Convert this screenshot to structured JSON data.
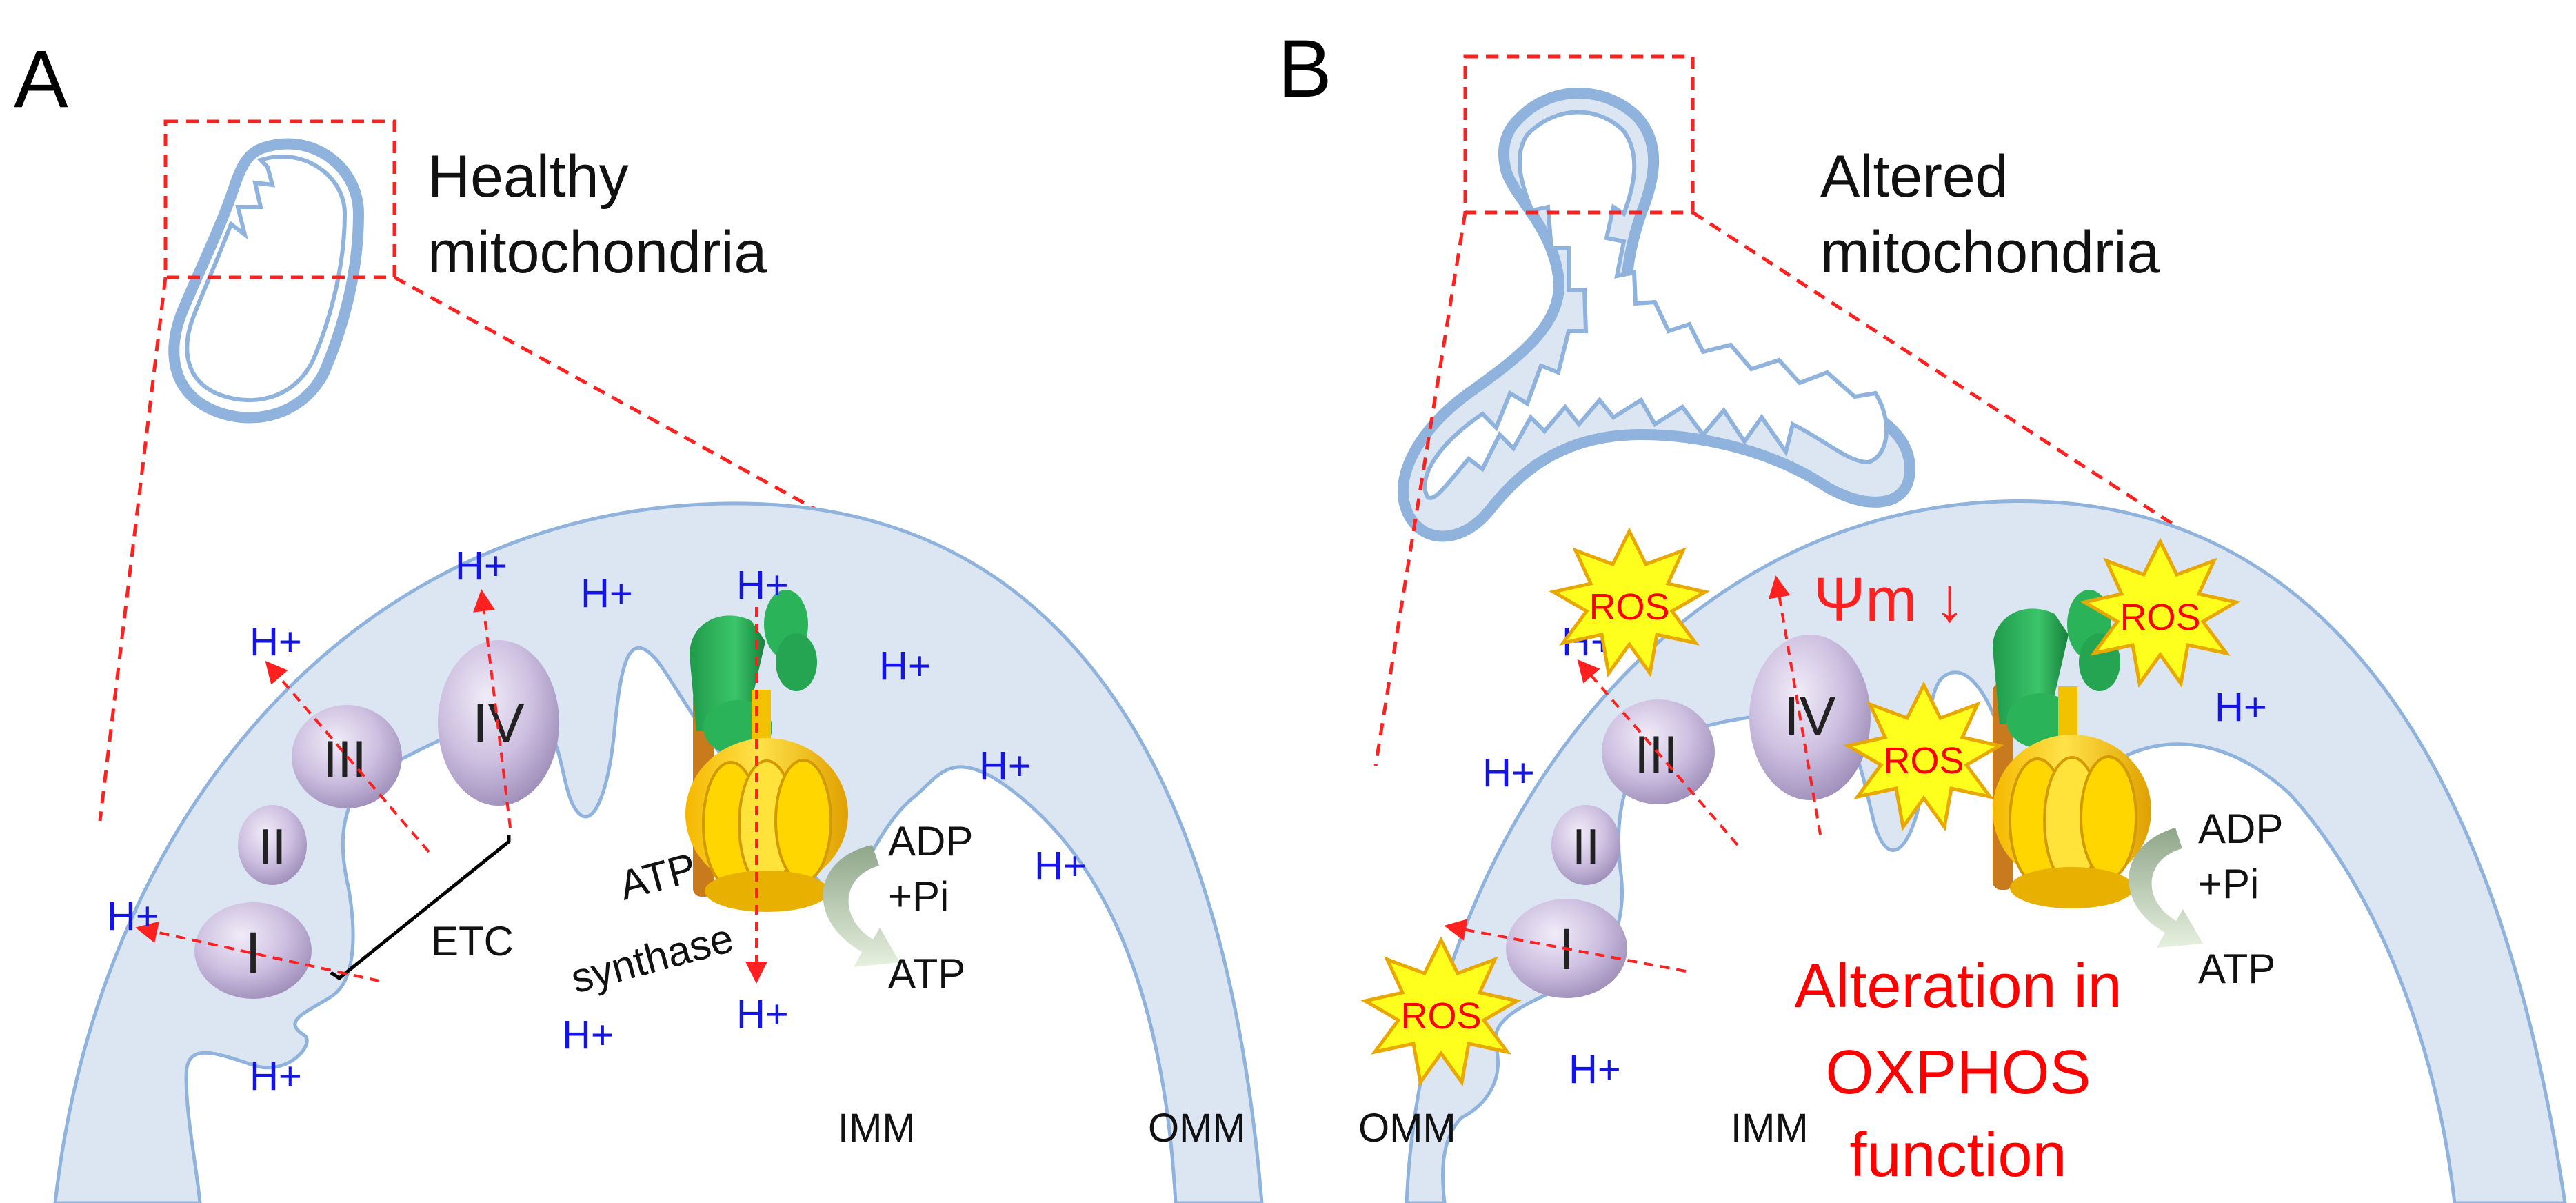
{
  "colors": {
    "membrane_fill": "#dce6f2",
    "membrane_stroke": "#8fb3dc",
    "dashed_red": "#ff2020",
    "complex_fill": "#c9b8dc",
    "proton_blue": "#1414e6",
    "ros_fill": "#ffff1e",
    "ros_stroke": "#e8a800",
    "ros_text": "#ff0000",
    "alert_red": "#ff0000"
  },
  "panel_a": {
    "panel_letter": "A",
    "title_line1": "Healthy",
    "title_line2": "mitochondria",
    "complexes": [
      "I",
      "II",
      "III",
      "IV"
    ],
    "etc_label": "ETC",
    "atp_synthase_line1": "ATP",
    "atp_synthase_line2": "synthase",
    "adp_line1": "ADP",
    "adp_line2": "+Pi",
    "atp_label": "ATP",
    "proton_label": "H+",
    "imm_label": "IMM",
    "omm_label": "OMM"
  },
  "panel_b": {
    "panel_letter": "B",
    "title_line1": "Altered",
    "title_line2": "mitochondria",
    "complexes": [
      "I",
      "II",
      "III",
      "IV"
    ],
    "psi_label": "Ψm ↓",
    "ros_label": "ROS",
    "adp_line1": "ADP",
    "adp_line2": "+Pi",
    "atp_label": "ATP",
    "proton_label": "H+",
    "alteration_line1": "Alteration in",
    "alteration_line2": "OXPHOS",
    "alteration_line3": "function",
    "imm_label": "IMM",
    "omm_label": "OMM"
  }
}
